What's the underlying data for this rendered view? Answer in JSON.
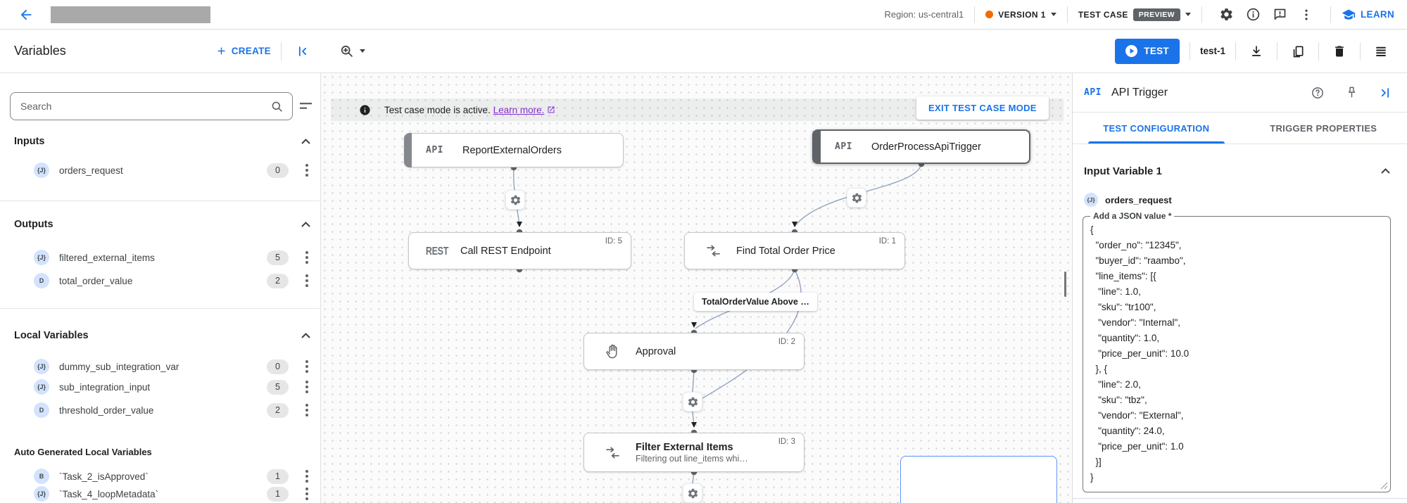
{
  "topbar": {
    "region_label": "Region: us-central1",
    "version_label": "VERSION 1",
    "test_case_label": "TEST CASE",
    "preview_badge": "PREVIEW",
    "learn_label": "LEARN"
  },
  "toolbar": {
    "title": "Variables",
    "create_label": "CREATE",
    "test_button_label": "TEST",
    "test_case_name": "test-1"
  },
  "sidebar": {
    "search_placeholder": "Search",
    "sections": [
      {
        "title": "Inputs",
        "items": [
          {
            "icon": "{J}",
            "name": "orders_request",
            "count": "0"
          }
        ]
      },
      {
        "title": "Outputs",
        "items": [
          {
            "icon": "{J}",
            "name": "filtered_external_items",
            "count": "5"
          },
          {
            "icon": "D",
            "name": "total_order_value",
            "count": "2"
          }
        ]
      },
      {
        "title": "Local Variables",
        "items": [
          {
            "icon": "{J}",
            "name": "dummy_sub_integration_var",
            "count": "0"
          },
          {
            "icon": "{J}",
            "name": "sub_integration_input",
            "count": "5"
          },
          {
            "icon": "D",
            "name": "threshold_order_value",
            "count": "2"
          }
        ]
      },
      {
        "title": "Auto Generated Local Variables",
        "items": [
          {
            "icon": "B",
            "name": "`Task_2_isApproved`",
            "count": "1"
          },
          {
            "icon": "{J}",
            "name": "`Task_4_loopMetadata`",
            "count": "1"
          }
        ]
      }
    ]
  },
  "canvas": {
    "banner": {
      "text": "Test case mode is active.",
      "link": "Learn more.",
      "exit_button": "EXIT TEST CASE MODE"
    },
    "edge_label": "TotalOrderValue Above …",
    "nodes": {
      "report_external_orders": {
        "badge": "API",
        "title": "ReportExternalOrders"
      },
      "order_process_api_trigger": {
        "badge": "API",
        "title": "OrderProcessApiTrigger"
      },
      "call_rest_endpoint": {
        "badge": "REST",
        "title": "Call REST Endpoint",
        "id": "ID: 5"
      },
      "find_total_order_price": {
        "title": "Find Total Order Price",
        "id": "ID: 1"
      },
      "approval": {
        "title": "Approval",
        "id": "ID: 2"
      },
      "filter_external_items": {
        "title": "Filter External Items",
        "subtitle": "Filtering out line_items whi…",
        "id": "ID: 3"
      }
    }
  },
  "panel": {
    "badge": "API",
    "title": "API Trigger",
    "tabs": [
      {
        "label": "TEST CONFIGURATION"
      },
      {
        "label": "TRIGGER PROPERTIES"
      }
    ],
    "section_title": "Input Variable 1",
    "variable_icon": "{J}",
    "variable_name": "orders_request",
    "field_label": "Add a JSON value *",
    "json_value": "{\n  \"order_no\": \"12345\",\n  \"buyer_id\": \"raambo\",\n  \"line_items\": [{\n   \"line\": 1.0,\n   \"sku\": \"tr100\",\n   \"vendor\": \"Internal\",\n   \"quantity\": 1.0,\n   \"price_per_unit\": 10.0\n  }, {\n   \"line\": 2.0,\n   \"sku\": \"tbz\",\n   \"vendor\": \"External\",\n   \"quantity\": 24.0,\n   \"price_per_unit\": 1.0\n  }]\n}"
  },
  "colors": {
    "accent_blue": "#1a73e8",
    "version_dot_orange": "#ef6c00",
    "preview_badge_bg": "#5f6368",
    "learn_more_purple": "#8430ce"
  }
}
